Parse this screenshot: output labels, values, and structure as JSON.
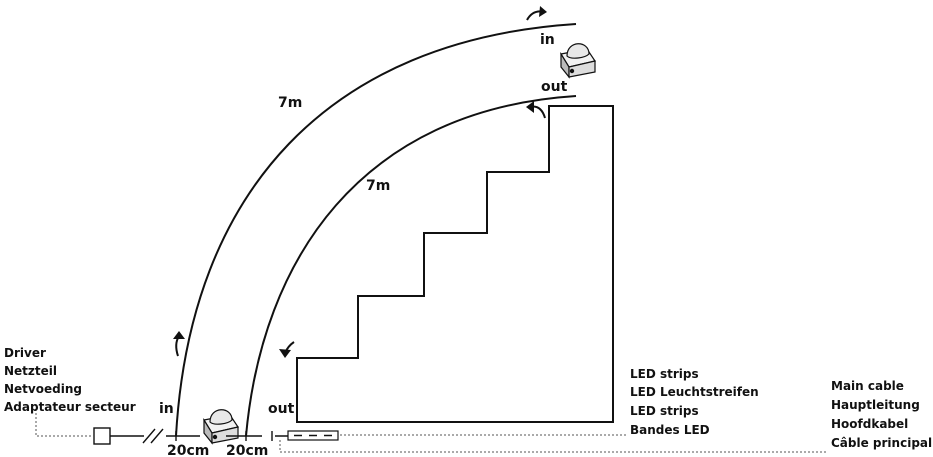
{
  "arcs": {
    "outer_length": "7m",
    "inner_length": "7m"
  },
  "sensors": {
    "top_in": "in",
    "top_out": "out",
    "bottom_in": "in",
    "bottom_out": "out"
  },
  "spacing": {
    "left": "20cm",
    "right": "20cm"
  },
  "driver_labels": [
    "Driver",
    "Netzteil",
    "Netvoeding",
    "Adaptateur secteur"
  ],
  "led_labels": [
    "LED strips",
    "LED Leuchtstreifen",
    "LED strips",
    "Bandes LED"
  ],
  "cable_labels": [
    "Main cable",
    "Hauptleitung",
    "Hoofdkabel",
    "Câble principal"
  ]
}
